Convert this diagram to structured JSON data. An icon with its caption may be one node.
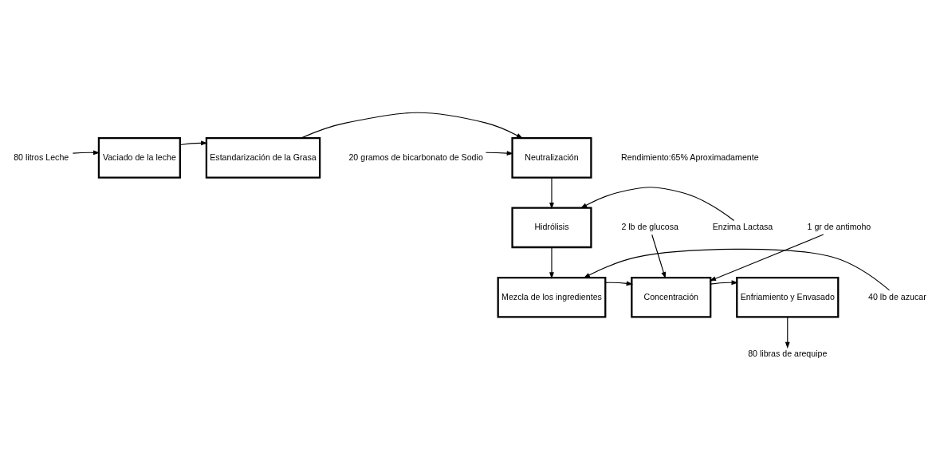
{
  "diagram": {
    "nodes": [
      {
        "text": [
          "80 litros Leche"
        ]
      },
      {
        "text": [
          "Vaciado de la leche"
        ]
      },
      {
        "text": [
          "Estandarización de la Grasa"
        ]
      },
      {
        "text": [
          "20 gramos de bicarbonato de Sodio"
        ]
      },
      {
        "text": [
          "Neutralización"
        ]
      },
      {
        "text": [
          "Hidrólisis"
        ]
      },
      {
        "text": [
          "Enzima Lactasa"
        ]
      },
      {
        "text": [
          "Mezcla de los ingredientes"
        ]
      },
      {
        "text": [
          "40 lb de azucar"
        ]
      },
      {
        "text": [
          "2 lb de glucosa"
        ]
      },
      {
        "text": [
          "Concentración"
        ]
      },
      {
        "text": [
          "1 gr de antimoho"
        ]
      },
      {
        "text": [
          "Enfriamiento y Envasado"
        ]
      },
      {
        "text": [
          "80 libras de arequipe"
        ]
      }
    ],
    "edges": [
      {
        "from": 0,
        "to": 1,
        "arrow": "to"
      },
      {
        "from": 1,
        "to": 2,
        "arrow": "to"
      },
      {
        "from": 2,
        "to": 4,
        "arrow": "to"
      },
      {
        "from": 3,
        "to": 4,
        "arrow": "to"
      },
      {
        "from": 4,
        "to": 5,
        "arrow": "to"
      },
      {
        "from": 6,
        "to": 5,
        "arrow": "to"
      },
      {
        "from": 5,
        "to": 7,
        "arrow": "to"
      },
      {
        "from": 8,
        "to": 7,
        "arrow": "to"
      },
      {
        "from": 7,
        "to": 10,
        "arrow": "to"
      },
      {
        "from": 9,
        "to": 10,
        "arrow": "to"
      },
      {
        "from": 11,
        "to": 10,
        "arrow": "to"
      },
      {
        "from": 10,
        "to": 12,
        "arrow": "to"
      },
      {
        "from": 12,
        "to": 13,
        "arrow": "to"
      }
    ],
    "labels": [
      "Rendimiento:65% Aproximadamente"
    ]
  }
}
